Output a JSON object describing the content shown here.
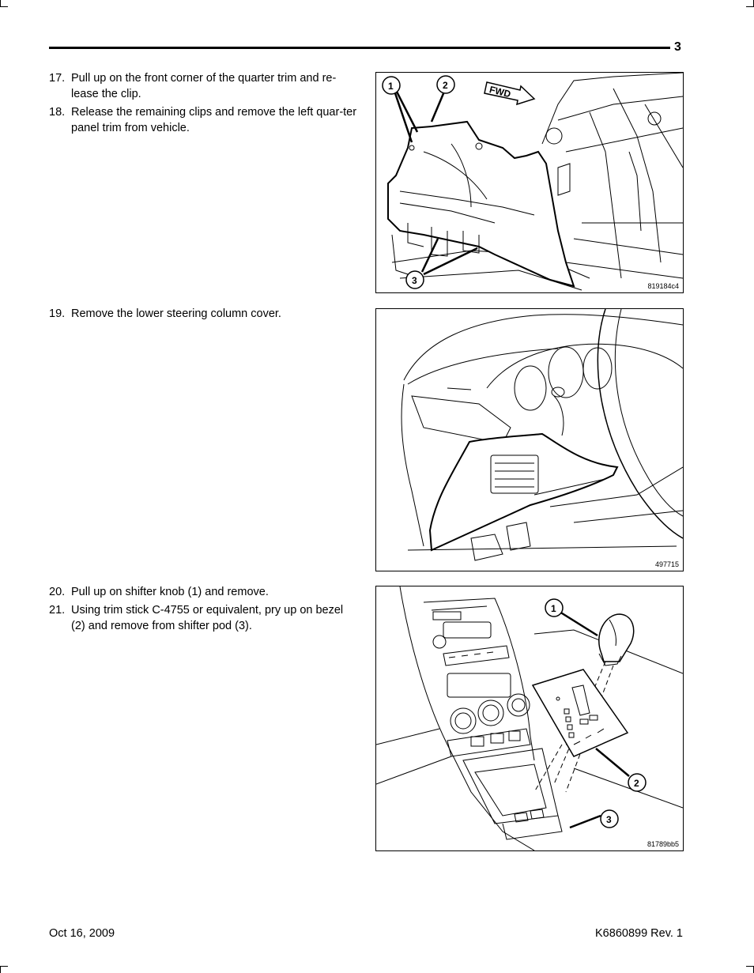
{
  "header": {
    "page_number": "3"
  },
  "sections": [
    {
      "steps": [
        {
          "num": "17.",
          "text": "Pull up on the front corner of the quarter trim and re-lease the clip."
        },
        {
          "num": "18.",
          "text": "Release the remaining clips and remove the left quar-ter panel trim from vehicle."
        }
      ],
      "figure": {
        "id": "819184c4",
        "callouts": [
          "1",
          "2",
          "3"
        ],
        "fwd_label": "FWD",
        "icon": "quarter-trim-illustration"
      }
    },
    {
      "steps": [
        {
          "num": "19.",
          "text": "Remove the lower steering column cover."
        }
      ],
      "figure": {
        "id": "497715",
        "callouts": [],
        "icon": "steering-column-cover-illustration"
      }
    },
    {
      "steps": [
        {
          "num": "20.",
          "text": "Pull up on shifter knob (1) and remove."
        },
        {
          "num": "21.",
          "text": "Using trim stick C-4755 or equivalent, pry up on bezel (2) and remove from shifter pod (3)."
        }
      ],
      "figure": {
        "id": "81789bb5",
        "callouts": [
          "1",
          "2",
          "3"
        ],
        "icon": "shifter-bezel-illustration"
      }
    }
  ],
  "footer": {
    "date": "Oct 16, 2009",
    "doc_ref": "K6860899 Rev. 1"
  }
}
